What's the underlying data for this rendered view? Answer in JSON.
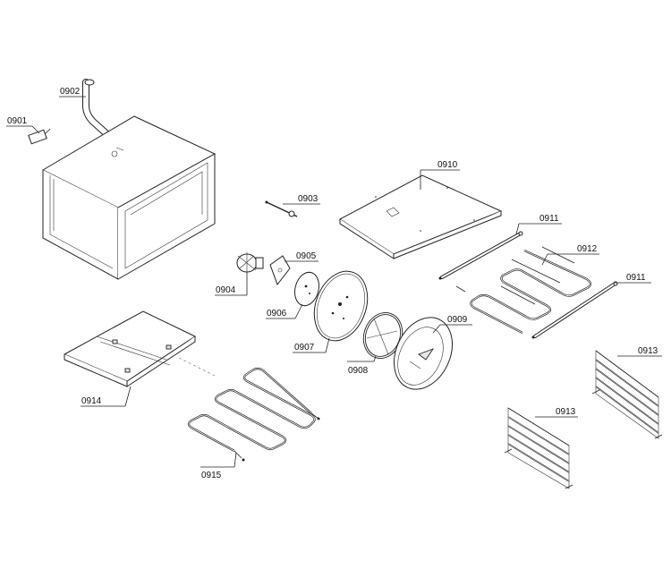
{
  "labels": {
    "p0901": "0901",
    "p0902": "0902",
    "p0903": "0903",
    "p0904": "0904",
    "p0905": "0905",
    "p0906": "0906",
    "p0907": "0907",
    "p0908": "0908",
    "p0909": "0909",
    "p0910": "0910",
    "p0911a": "0911",
    "p0911b": "0911",
    "p0912": "0912",
    "p0913a": "0913",
    "p0913b": "0913",
    "p0914": "0914",
    "p0915": "0915"
  }
}
